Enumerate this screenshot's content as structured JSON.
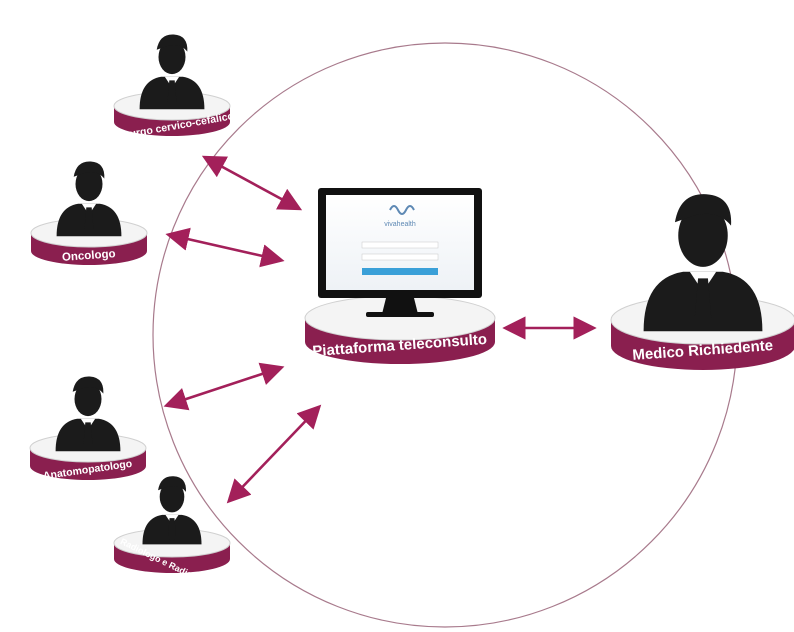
{
  "colors": {
    "accent": "#8a1f4f",
    "disc_top": "#f4f4f4",
    "person": "#1b1b1b",
    "arrow": "#a3205a",
    "circle": "#a87a8c",
    "monitor": "#111111",
    "login_button": "#3aa0d8",
    "brand": "#5e89b4"
  },
  "icons": {
    "person": "businessman-icon",
    "monitor": "computer-monitor-icon"
  },
  "nodes": [
    {
      "id": "chirurgo",
      "label": "Chirurgo cervico-cefalico"
    },
    {
      "id": "oncologo",
      "label": "Oncologo"
    },
    {
      "id": "anatomo",
      "label": "Anatomopatologo"
    },
    {
      "id": "radiologo",
      "label": "Radiologo e Radioterapista"
    },
    {
      "id": "medico",
      "label": "Medico Richiedente"
    }
  ],
  "platform": {
    "label": "Piattaforma teleconsulto",
    "screen_brand": "vivahealth"
  }
}
